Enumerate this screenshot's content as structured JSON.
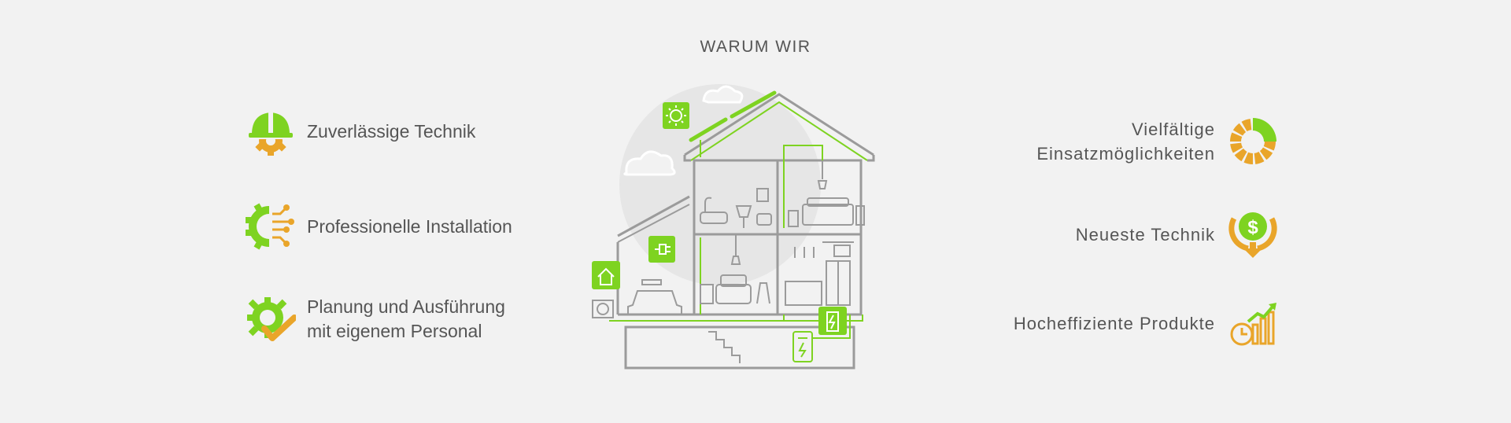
{
  "title": "WARUM WIR",
  "colors": {
    "green": "#7ed321",
    "orange": "#e9a52a",
    "text": "#555555",
    "line": "#9b9b9b",
    "background": "#f2f2f2"
  },
  "left_features": [
    {
      "label": "Zuverlässige Technik",
      "icon": "helmet-gear-icon"
    },
    {
      "label": "Professionelle Installation",
      "icon": "gear-circuit-icon"
    },
    {
      "label_lines": [
        "Planung und Ausführung",
        "mit eigenem Personal"
      ],
      "icon": "gear-check-icon"
    }
  ],
  "right_features": [
    {
      "label_lines": [
        "Vielfältige",
        "Einsatzmöglichkeiten"
      ],
      "icon": "segmented-ring-icon"
    },
    {
      "label": "Neueste Technik",
      "icon": "dollar-arrow-icon"
    },
    {
      "label": "Hocheffiziente Produkte",
      "icon": "clock-growth-chart-icon"
    }
  ],
  "illustration": {
    "icons": [
      "sun-icon",
      "cloud-icon",
      "solar-panel-icon",
      "home-monitor-icon",
      "plug-icon",
      "battery-icon",
      "ev-charger-icon",
      "heat-pump-icon",
      "car-icon"
    ]
  }
}
